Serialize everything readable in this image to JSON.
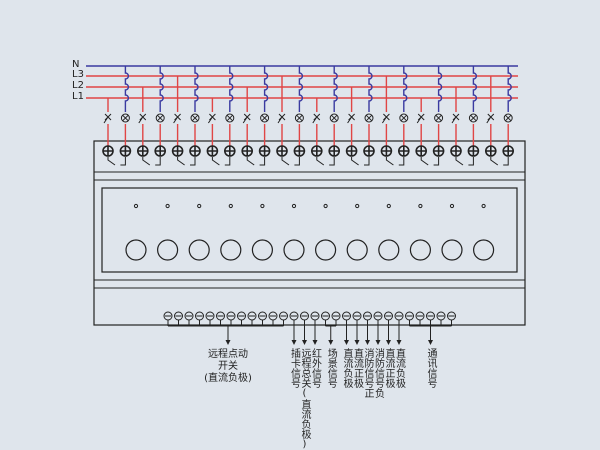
{
  "colors": {
    "phase": "#e04545",
    "neutral": "#3a3aa0",
    "outline": "#222222",
    "background": "#dfe5ec"
  },
  "lines": [
    {
      "label": "N",
      "type": "neutral"
    },
    {
      "label": "L3",
      "type": "phase"
    },
    {
      "label": "L2",
      "type": "phase"
    },
    {
      "label": "L1",
      "type": "phase"
    }
  ],
  "circuits": 12,
  "phase_sequence": [
    "L1",
    "L2",
    "L3",
    "L1",
    "L2",
    "L3",
    "L1",
    "L2",
    "L3",
    "L1",
    "L2",
    "L3"
  ],
  "bottom_terminals": 28,
  "bottom_labels": [
    {
      "text": "远程点动",
      "text2": "开关",
      "text3": "(直流负极)",
      "from": 0,
      "to": 11,
      "horizontal": true
    },
    {
      "text": "插卡信号",
      "from": 12,
      "to": 12
    },
    {
      "text": "远程总关(直流负极)",
      "from": 13,
      "to": 13
    },
    {
      "text": "红外信号",
      "from": 14,
      "to": 14
    },
    {
      "text": "场景信号",
      "from": 15,
      "to": 16
    },
    {
      "text": "直流负极",
      "from": 17,
      "to": 17
    },
    {
      "text": "直流正极",
      "from": 18,
      "to": 18
    },
    {
      "text": "消防信号正",
      "from": 19,
      "to": 19
    },
    {
      "text": "消防信号负",
      "from": 20,
      "to": 20
    },
    {
      "text": "直流正极",
      "from": 21,
      "to": 21
    },
    {
      "text": "直流负极",
      "from": 22,
      "to": 22
    },
    {
      "text": "通讯信号",
      "from": 23,
      "to": 27
    }
  ]
}
